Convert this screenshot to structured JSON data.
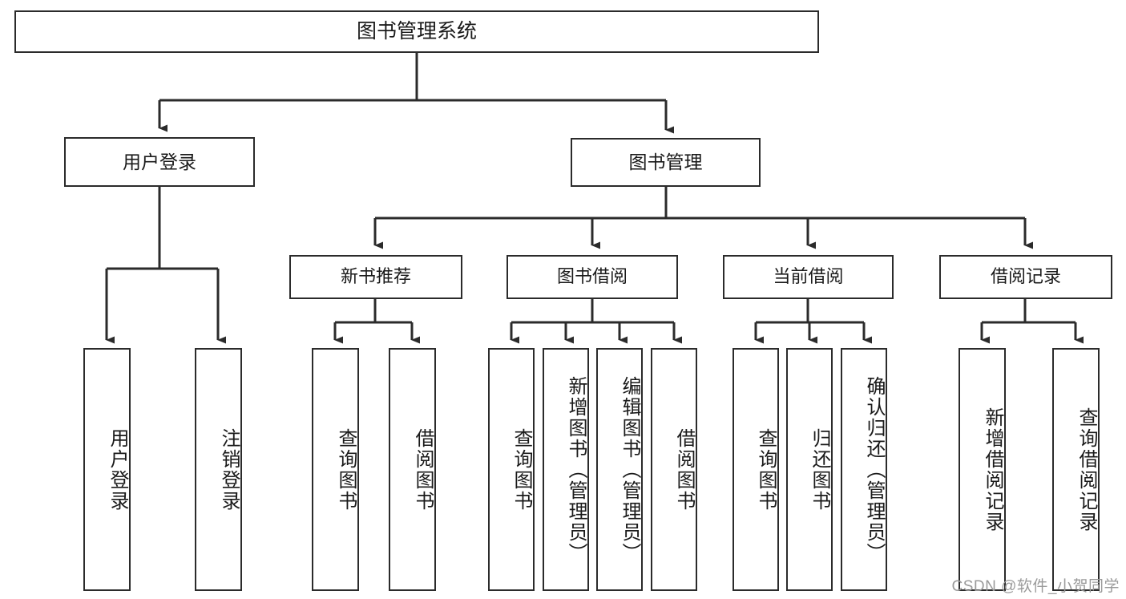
{
  "diagram": {
    "type": "tree-hierarchy",
    "title": "图书管理系统",
    "watermark": "CSDN @软件_小贺同学",
    "colors": {
      "stroke": "#2b2b2b",
      "fill": "#ffffff",
      "text": "#1a1a1a",
      "watermark": "#9a9a9a"
    },
    "nodes": {
      "root": "图书管理系统",
      "level1": [
        {
          "label": "用户登录"
        },
        {
          "label": "图书管理"
        }
      ],
      "level2": [
        {
          "label": "新书推荐"
        },
        {
          "label": "图书借阅"
        },
        {
          "label": "当前借阅"
        },
        {
          "label": "借阅记录"
        }
      ],
      "leaves": {
        "user_login": [
          {
            "label": "用户登录"
          },
          {
            "label": "注销登录"
          }
        ],
        "new_book_recommend": [
          {
            "label": "查询图书"
          },
          {
            "label": "借阅图书"
          }
        ],
        "book_borrow": [
          {
            "label": "查询图书"
          },
          {
            "label": "新增图书（管理员）"
          },
          {
            "label": "编辑图书（管理员）"
          },
          {
            "label": "借阅图书"
          }
        ],
        "current_borrow": [
          {
            "label": "查询图书"
          },
          {
            "label": "归还图书"
          },
          {
            "label": "确认归还（管理员）"
          }
        ],
        "borrow_record": [
          {
            "label": "新增借阅记录"
          },
          {
            "label": "查询借阅记录"
          }
        ]
      }
    }
  }
}
